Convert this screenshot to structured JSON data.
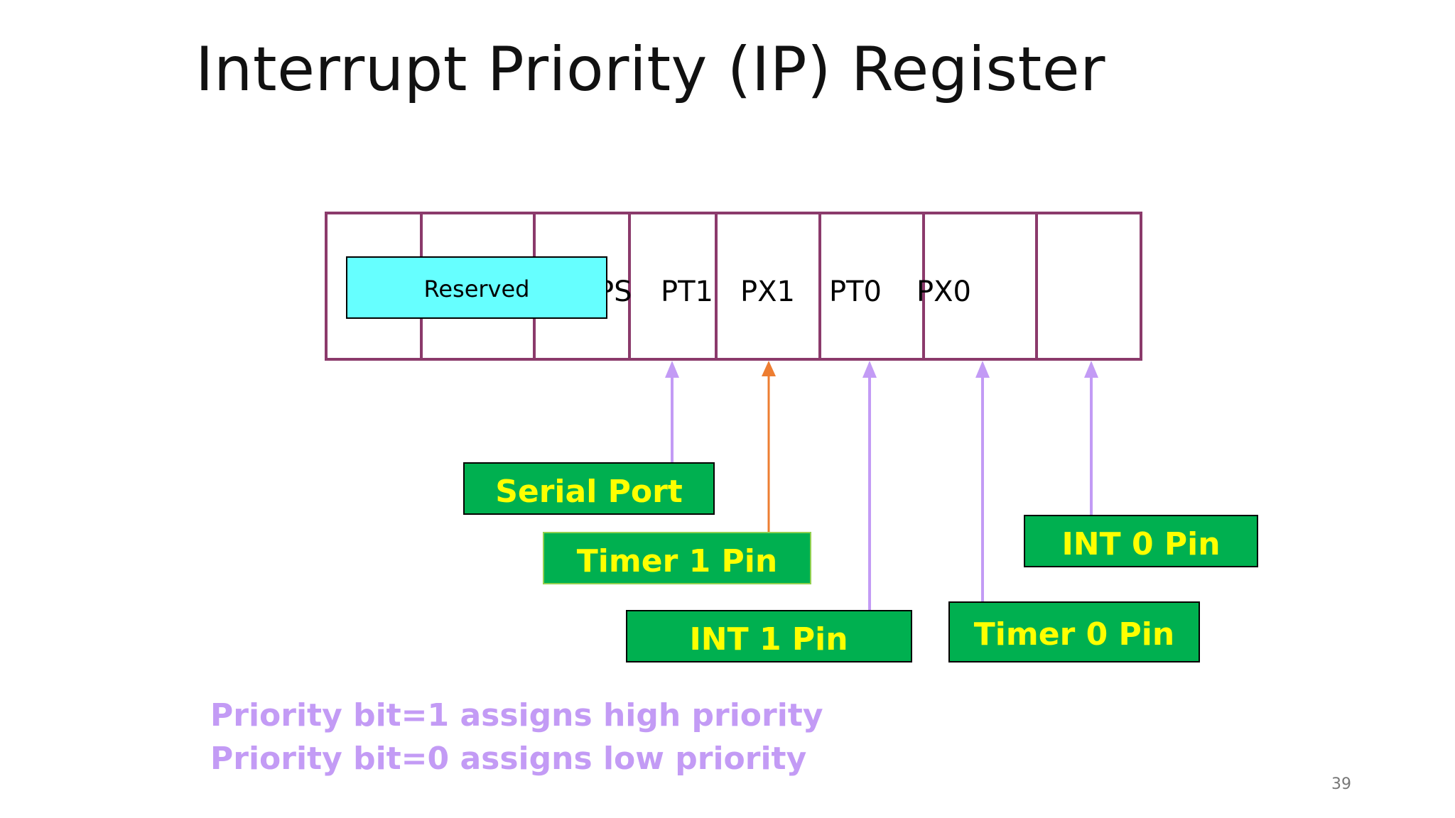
{
  "slide": {
    "title": "Interrupt Priority (IP) Register",
    "page_number": "39"
  },
  "register": {
    "reserved_label": "Reserved",
    "bits": [
      "PS",
      "PT1",
      "PX1",
      "PT0",
      "PX0"
    ]
  },
  "sources": {
    "serial_port": "Serial Port",
    "timer1_pin": "Timer 1 Pin",
    "int1_pin": "INT 1 Pin",
    "timer0_pin": "Timer 0 Pin",
    "int0_pin": "INT 0 Pin"
  },
  "notes": {
    "line1": "Priority bit=1 assigns high priority",
    "line2": "Priority bit=0 assigns low priority"
  },
  "colors": {
    "register_border": "#8b3a6b",
    "reserved_fill": "#66ffff",
    "box_fill": "#00b050",
    "box_text": "#ffff00",
    "arrow_purple": "#c39bf5",
    "arrow_orange": "#ed7d31",
    "note_text": "#c39bf5"
  }
}
